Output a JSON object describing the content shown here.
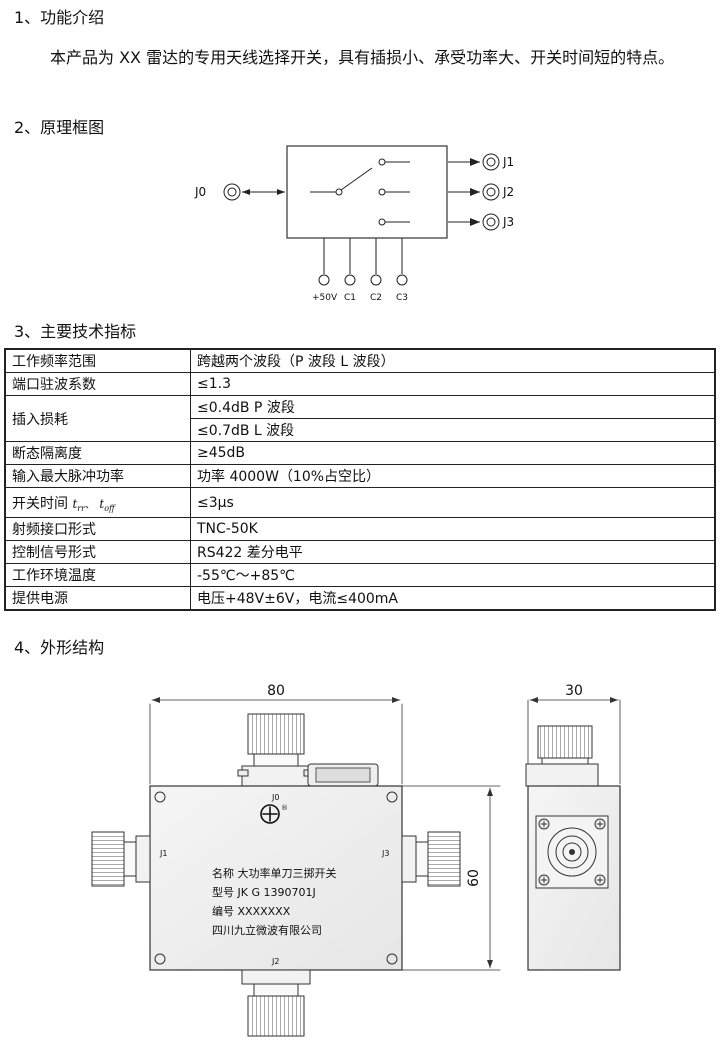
{
  "sections": {
    "s1": "1、功能介绍",
    "s1_text": "本产品为 XX 雷达的专用天线选择开关，具有插损小、承受功率大、开关时间短的特点。",
    "s2": "2、原理框图",
    "s3": "3、主要技术指标",
    "s4": "4、外形结构"
  },
  "block_diagram": {
    "input": "J0",
    "outputs": [
      "J1",
      "J2",
      "J3"
    ],
    "pins": [
      "+50V",
      "C1",
      "C2",
      "C3"
    ]
  },
  "spec_table": {
    "rows": [
      {
        "k": "工作频率范围",
        "v": "跨越两个波段（P 波段   L 波段）"
      },
      {
        "k": "端口驻波系数",
        "v": "≤1.3"
      },
      {
        "k": "插入损耗",
        "v": "≤0.4dB   P 波段",
        "v2": "≤0.7dB   L 波段"
      },
      {
        "k": "断态隔离度",
        "v": "≥45dB"
      },
      {
        "k": "输入最大脉冲功率",
        "v": "功率 4000W（10%占空比）"
      },
      {
        "k": "开关时间",
        "k_t1": "t",
        "k_t1s": "rr",
        "k_sep": "、",
        "k_t2": "t",
        "k_t2s": "off",
        "v": "≤3μs"
      },
      {
        "k": "射频接口形式",
        "v": "TNC-50K"
      },
      {
        "k": "控制信号形式",
        "v": "RS422 差分电平"
      },
      {
        "k": "工作环境温度",
        "v": "-55℃～+85℃"
      },
      {
        "k": "提供电源",
        "v": "电压+48V±6V，电流≤400mA"
      }
    ]
  },
  "drawing": {
    "width_dim": "80",
    "depth_dim": "30",
    "height_dim": "60",
    "ports": {
      "top": "J0",
      "left": "J1",
      "right": "J3",
      "bottom": "J2"
    },
    "label_lines": [
      "名称  大功率单刀三掷开关",
      "型号  JK G 1390701J",
      "编号  XXXXXXX",
      "四川九立微波有限公司"
    ],
    "logo_mark": "®"
  }
}
